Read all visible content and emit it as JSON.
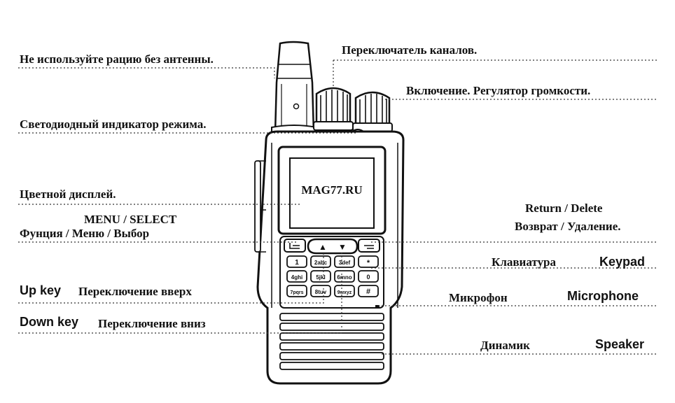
{
  "labels": {
    "antenna": "Не используйте рацию без антенны.",
    "channel_switch": "Переключатель каналов.",
    "power_volume": "Включение. Регулятор громкости.",
    "led": "Светодиодный индикатор режима.",
    "display": "Цветной дисплей.",
    "menu_en": "MENU / SELECT",
    "menu_ru": "Фунция / Меню / Выбор",
    "return_en": "Return / Delete",
    "return_ru": "Возврат / Удаление.",
    "keypad_ru": "Клавиатура",
    "keypad_en": "Keypad",
    "up_en": "Up key",
    "up_ru": "Переключение вверх",
    "mic_ru": "Микрофон",
    "mic_en": "Microphone",
    "down_en": "Down key",
    "down_ru": "Переключение вниз",
    "speaker_ru": "Динамик",
    "speaker_en": "Speaker"
  },
  "screen": {
    "text": "MAG77.RU"
  },
  "keys": {
    "k1": "1",
    "k2": "2abc",
    "k3": "3def",
    "k4": "4ghi",
    "k5": "5jkl",
    "k6": "6mno",
    "k7": "7pqrs",
    "k8": "8tuv",
    "k9": "9wxyz",
    "kstar": "*",
    "k0": "0",
    "khash": "#",
    "up_arrow": "▲",
    "down_arrow": "▼"
  }
}
